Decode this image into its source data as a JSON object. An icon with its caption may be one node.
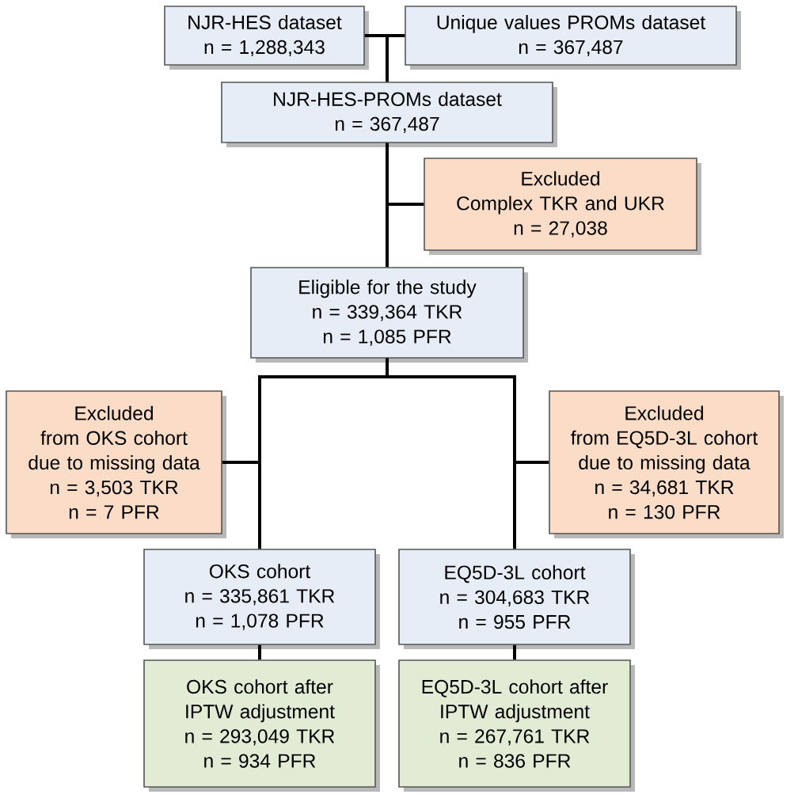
{
  "diagram": {
    "nodes": [
      {
        "text": [
          "NJR-HES dataset",
          "n = 1,288,343"
        ]
      },
      {
        "text": [
          "Unique values PROMs dataset",
          "n = 367,487"
        ]
      },
      {
        "text": [
          "NJR-HES-PROMs dataset",
          "n = 367,487"
        ]
      },
      {
        "text": [
          "Excluded",
          "Complex TKR and UKR",
          "n = 27,038"
        ]
      },
      {
        "text": [
          "Eligible for the study",
          "n = 339,364 TKR",
          "n = 1,085 PFR"
        ]
      },
      {
        "text": [
          "Excluded",
          "from OKS cohort due to missing data",
          "n = 3,503 TKR",
          "n = 7 PFR"
        ]
      },
      {
        "text": [
          "Excluded",
          "from EQ5D-3L cohort due to missing data",
          "n = 34,681 TKR",
          "n = 130 PFR"
        ]
      },
      {
        "text": [
          "OKS cohort",
          "n = 335,861 TKR",
          "n = 1,078 PFR"
        ]
      },
      {
        "text": [
          "EQ5D-3L cohort",
          "n = 304,683 TKR",
          "n = 955 PFR"
        ]
      },
      {
        "text": [
          "OKS cohort after IPTW adjustment",
          "n = 293,049 TKR",
          "n = 934 PFR"
        ]
      },
      {
        "text": [
          "EQ5D-3L cohort after IPTW adjustment",
          "n = 267,761 TKR",
          "n = 836 PFR"
        ]
      }
    ],
    "edges": [
      {
        "from": 0,
        "to": 2,
        "arrow": "none"
      },
      {
        "from": 1,
        "to": 2,
        "arrow": "none"
      },
      {
        "from": 2,
        "to": 3,
        "arrow": "none"
      },
      {
        "from": 2,
        "to": 4,
        "arrow": "none"
      },
      {
        "from": 4,
        "to": 5,
        "arrow": "none"
      },
      {
        "from": 4,
        "to": 6,
        "arrow": "none"
      },
      {
        "from": 4,
        "to": 7,
        "arrow": "none"
      },
      {
        "from": 4,
        "to": 8,
        "arrow": "none"
      },
      {
        "from": 7,
        "to": 9,
        "arrow": "none"
      },
      {
        "from": 8,
        "to": 10,
        "arrow": "none"
      }
    ]
  }
}
